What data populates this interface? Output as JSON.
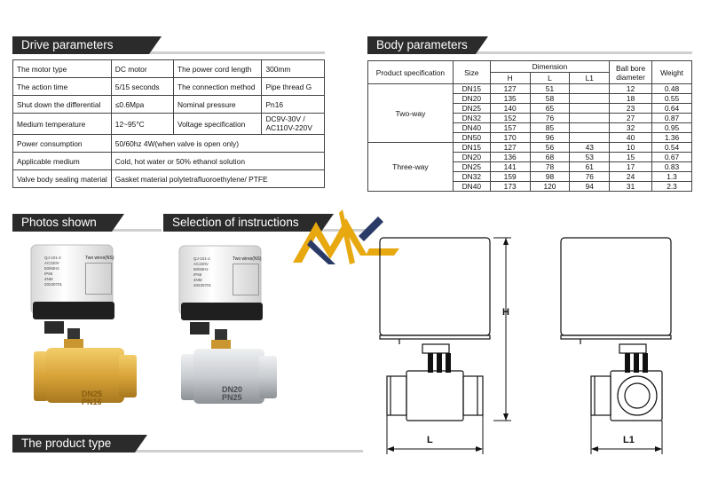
{
  "sections": {
    "drive": "Drive parameters",
    "body": "Body parameters",
    "photos": "Photos shown",
    "selection": "Selection of instructions",
    "product": "The product type"
  },
  "drive_params": [
    {
      "l1": "The motor type",
      "v1": "DC motor",
      "l2": "The power cord length",
      "v2": "300mm"
    },
    {
      "l1": "The action time",
      "v1": "5/15 seconds",
      "l2": "The connection method",
      "v2": "Pipe thread G"
    },
    {
      "l1": "Shut down the differential",
      "v1": "≤0.6Mpa",
      "l2": "Nominal pressure",
      "v2": "Pn16"
    },
    {
      "l1": "Medium temperature",
      "v1": "12~95°C",
      "l2": "Voltage specification",
      "v2a": "DC9V-30V /",
      "v2b": "AC110V-220V"
    },
    {
      "l1": "Power consumption",
      "v": "50/60hz 4W(when valve is open only)"
    },
    {
      "l1": "Applicable medium",
      "v": "Cold, hot water or 50% ethanol solution"
    },
    {
      "l1": "Valve body sealing material",
      "v": "Gasket material polytetrafluoroethylene/ PTFE"
    }
  ],
  "body_params": {
    "headers": {
      "spec": "Product specification",
      "size": "Size",
      "dimension": "Dimension",
      "h": "H",
      "l": "L",
      "l1": "L1",
      "ball_a": "Ball bore",
      "ball_b": "diameter",
      "weight": "Weight"
    },
    "groups": [
      {
        "name": "Two-way",
        "rows": [
          {
            "size": "DN15",
            "h": "127",
            "l": "51",
            "l1": "",
            "ball": "12",
            "weight": "0.48"
          },
          {
            "size": "DN20",
            "h": "135",
            "l": "58",
            "l1": "",
            "ball": "18",
            "weight": "0.55"
          },
          {
            "size": "DN25",
            "h": "140",
            "l": "65",
            "l1": "",
            "ball": "23",
            "weight": "0.64"
          },
          {
            "size": "DN32",
            "h": "152",
            "l": "76",
            "l1": "",
            "ball": "27",
            "weight": "0.87"
          },
          {
            "size": "DN40",
            "h": "157",
            "l": "85",
            "l1": "",
            "ball": "32",
            "weight": "0.95"
          },
          {
            "size": "DN50",
            "h": "170",
            "l": "96",
            "l1": "",
            "ball": "40",
            "weight": "1.36"
          }
        ]
      },
      {
        "name": "Three-way",
        "rows": [
          {
            "size": "DN15",
            "h": "127",
            "l": "56",
            "l1": "43",
            "ball": "10",
            "weight": "0.54"
          },
          {
            "size": "DN20",
            "h": "136",
            "l": "68",
            "l1": "53",
            "ball": "15",
            "weight": "0.67"
          },
          {
            "size": "DN25",
            "h": "141",
            "l": "78",
            "l1": "61",
            "ball": "17",
            "weight": "0.83"
          },
          {
            "size": "DN32",
            "h": "159",
            "l": "98",
            "l1": "76",
            "ball": "24",
            "weight": "1.3"
          },
          {
            "size": "DN40",
            "h": "173",
            "l": "120",
            "l1": "94",
            "ball": "31",
            "weight": "2.3"
          }
        ]
      }
    ]
  },
  "photos": {
    "brass": {
      "brand": "QJ-101-2",
      "t1": "AC220V",
      "t2": "50/60Hz",
      "t3": "IP65",
      "t4": "4NM",
      "t5": "20230701",
      "wires": "Two wires(NS)",
      "v1": "DN25",
      "v2": "PN16"
    },
    "steel": {
      "brand": "QJ-101-2",
      "t1": "AC220V",
      "t2": "50/60Hz",
      "t3": "IP65",
      "t4": "4NM",
      "t5": "20230701",
      "wires": "Two wires(NS)",
      "v1": "DN20",
      "v2": "PN25"
    }
  },
  "diagram": {
    "h": "H",
    "l": "L",
    "l1": "L1"
  },
  "colors": {
    "header_bg": "#2b2b2b",
    "header_text": "#ffffff",
    "brass": "#d9a43a",
    "steel": "#c9ccd0",
    "logo_gold": "#e8a810",
    "logo_navy": "#2a3a66"
  }
}
